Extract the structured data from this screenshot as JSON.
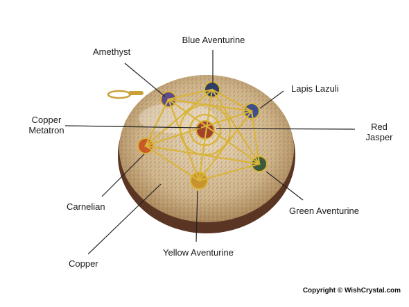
{
  "labels": {
    "blue_aventurine": "Blue Aventurine",
    "amethyst": "Amethyst",
    "lapis_lazuli": "Lapis Lazuli",
    "copper_metatron_line1": "Copper",
    "copper_metatron_line2": "Metatron",
    "red_jasper_line1": "Red",
    "red_jasper_line2": "Jasper",
    "carnelian": "Carnelian",
    "green_aventurine": "Green Aventurine",
    "copper": "Copper",
    "yellow_aventurine": "Yellow Aventurine"
  },
  "copyright": "Copyright © WishCrystal.com",
  "colors": {
    "resin_base": "#c9b89a",
    "copper_flakes": "#b8632f",
    "gold_wire": "#d9b43a",
    "bottom_edge": "#5a3524",
    "amethyst": "#5e4c86",
    "blue_aventurine": "#2f3e66",
    "lapis_lazuli": "#3f4f8c",
    "red_jasper": "#a2422c",
    "carnelian": "#c85a2a",
    "green_aventurine": "#3e5a3a",
    "yellow_aventurine": "#c8922e",
    "center_stone": "#9a5a3c"
  }
}
